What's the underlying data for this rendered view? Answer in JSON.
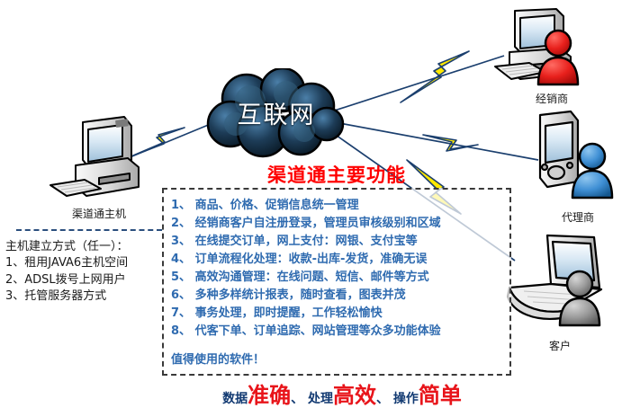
{
  "cloud": {
    "label": "互联网",
    "icon": "cloud-icon",
    "color": "#12283f"
  },
  "nodes": {
    "host": {
      "label": "渠道通主机",
      "icon": "desktop-computer-icon"
    },
    "dealer": {
      "label": "经销商",
      "icon": "desktop-computer-icon",
      "person_color": "#e8201c"
    },
    "agent": {
      "label": "代理商",
      "icon": "pda-mobile-icon",
      "person_color": "#3f8fd4"
    },
    "customer": {
      "label": "客户",
      "icon": "laptop-icon",
      "person_color": "#9a9a9a"
    }
  },
  "host_info": {
    "heading": "主机建立方式（任一）：",
    "items": [
      "1、租用JAVA6主机空间",
      "2、ADSL拨号上网用户",
      "3、托管服务器方式"
    ]
  },
  "features": {
    "title": "渠道通主要功能",
    "title_color": "#ff0000",
    "text_color": "#2f6bb0",
    "items": [
      "1、 商品、价格、促销信息统一管理",
      "2、 经销商客户自注册登录，管理员审核级别和区域",
      "3、 在线提交订单，网上支付：网银、支付宝等",
      "4、 订单流程化处理：收款-出库-发货，准确无误",
      "5、 高效沟通管理：在线问题、短信、邮件等方式",
      "6、 多种多样统计报表，随时查看，图表并茂",
      "7、 事务处理，即时提醒，工作轻松愉快",
      "8、 代客下单、订单追踪、网站管理等众多功能体验"
    ],
    "footnote": "值得使用的软件！"
  },
  "slogan": {
    "parts": [
      {
        "text": "数据",
        "style": "small"
      },
      {
        "text": "准确",
        "style": "big"
      },
      {
        "text": "、 ",
        "style": "small"
      },
      {
        "text": "处理",
        "style": "small"
      },
      {
        "text": "高效",
        "style": "big"
      },
      {
        "text": "、 ",
        "style": "small"
      },
      {
        "text": "操作",
        "style": "small"
      },
      {
        "text": "简单",
        "style": "big"
      }
    ],
    "small_color": "#123a72",
    "big_color": "#e8141a"
  },
  "connections": {
    "line_fill": "#ffe800",
    "line_stroke": "#1b3f6e",
    "description": "lightning-bolt links between host, internet cloud and client devices"
  }
}
